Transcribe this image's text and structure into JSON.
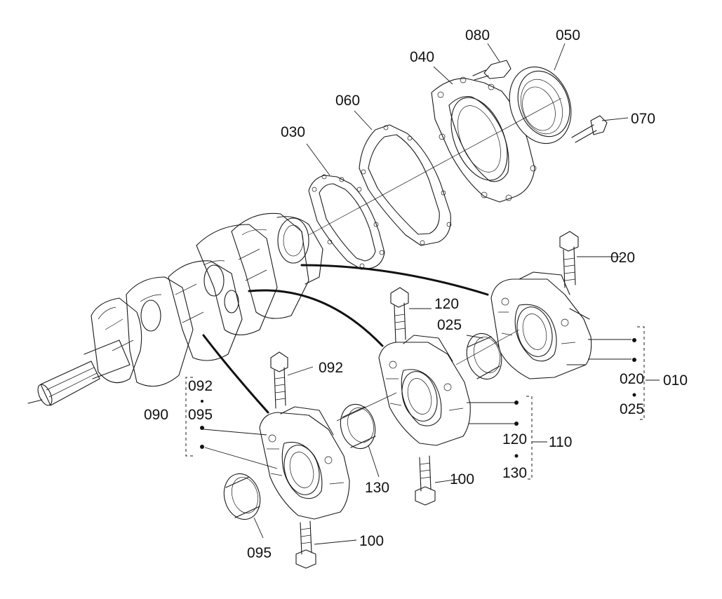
{
  "callouts": {
    "p010": "010",
    "p020a": "020",
    "p020b": "020",
    "p025a": "025",
    "p025b": "025",
    "p030": "030",
    "p040": "040",
    "p050": "050",
    "p060": "060",
    "p070": "070",
    "p080": "080",
    "p090": "090",
    "p092a": "092",
    "p092b": "092",
    "p095a": "095",
    "p095b": "095",
    "p100a": "100",
    "p100b": "100",
    "p110": "110",
    "p120a": "120",
    "p120b": "120",
    "p130a": "130",
    "p130b": "130"
  }
}
